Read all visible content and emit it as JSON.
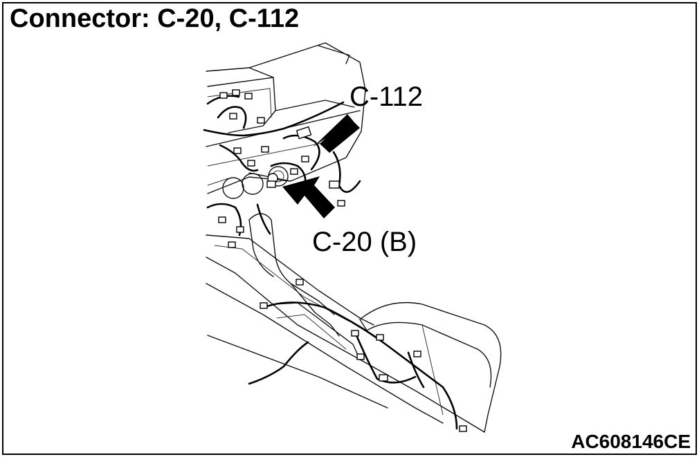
{
  "diagram": {
    "title": "Connector: C-20, C-112",
    "callouts": {
      "c112": "C-112",
      "c20": "C-20 (B)"
    },
    "figure_code": "AC608146CE"
  }
}
